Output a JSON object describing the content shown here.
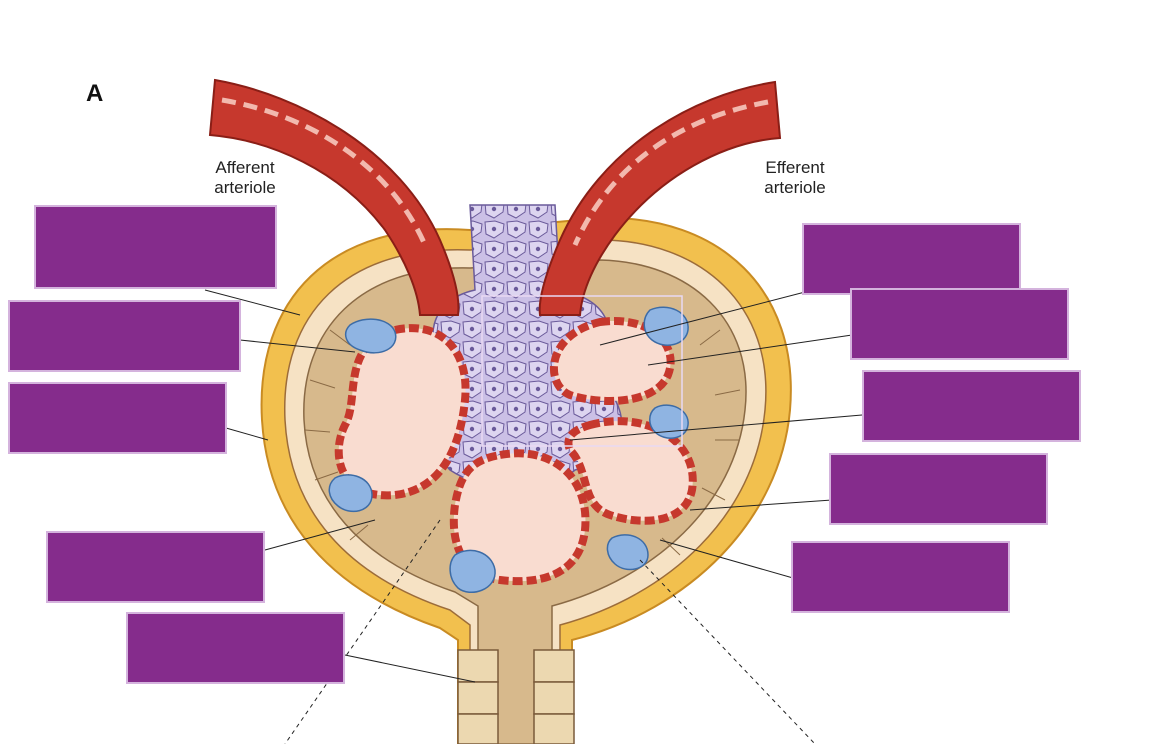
{
  "figure": {
    "panel_letter": "A",
    "afferent_label": [
      "Afferent",
      "arteriole"
    ],
    "efferent_label": [
      "Efferent",
      "arteriole"
    ]
  },
  "colors": {
    "capsule_outer": "#f2c04e",
    "capsule_inner": "#d7b98c",
    "vessel_red": "#c6382d",
    "capillary_fill": "#f9dcd0",
    "mesangium": "#c4b8e0",
    "podocyte": "#8fb4e2",
    "label_box": "#852c8c"
  },
  "label_boxes": [
    {
      "id": "box-left-1",
      "text": ""
    },
    {
      "id": "box-left-2",
      "text": ""
    },
    {
      "id": "box-left-3",
      "text": ""
    },
    {
      "id": "box-left-4",
      "text": ""
    },
    {
      "id": "box-left-5",
      "text": ""
    },
    {
      "id": "box-right-1",
      "text": ""
    },
    {
      "id": "box-right-2",
      "text": ""
    },
    {
      "id": "box-right-3",
      "text": ""
    },
    {
      "id": "box-right-4",
      "text": ""
    },
    {
      "id": "box-right-5",
      "text": ""
    }
  ]
}
